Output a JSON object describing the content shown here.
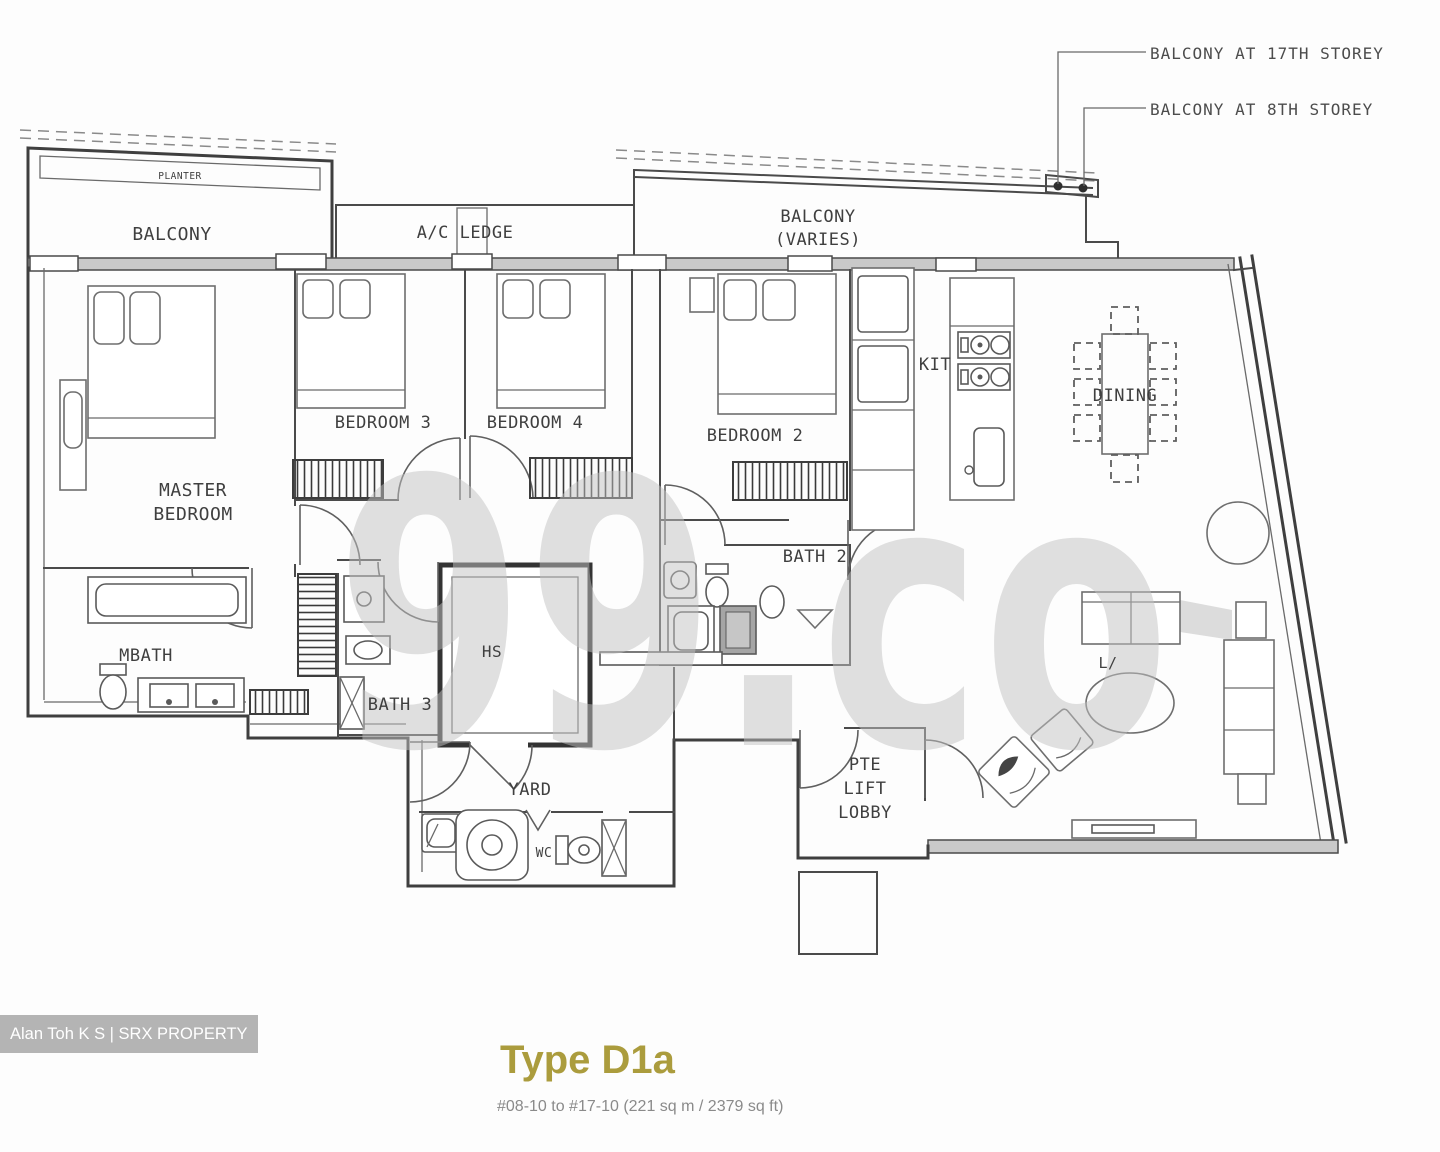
{
  "plan": {
    "annotations": {
      "balcony_17th": "BALCONY AT 17TH STOREY",
      "balcony_8th": "BALCONY AT 8TH STOREY"
    },
    "labels": {
      "planter": "PLANTER",
      "balcony": "BALCONY",
      "ac_ledge": "A/C LEDGE",
      "balcony_varies_line1": "BALCONY",
      "balcony_varies_line2": "(VARIES)",
      "master_line1": "MASTER",
      "master_line2": "BEDROOM",
      "bedroom2": "BEDROOM 2",
      "bedroom3": "BEDROOM 3",
      "bedroom4": "BEDROOM 4",
      "kitchen": "KIT",
      "dining": "DINING",
      "bath2": "BATH 2",
      "bath3": "BATH 3",
      "mbath": "MBATH",
      "household_shelter": "HS",
      "yard": "YARD",
      "wc": "WC",
      "lift_lobby_line1": "PTE",
      "lift_lobby_line2": "LIFT",
      "lift_lobby_line3": "LOBBY",
      "living_partial": "L/"
    }
  },
  "watermark": {
    "text": "99.co"
  },
  "footer": {
    "agent_badge": "Alan Toh K S | SRX PROPERTY",
    "unit_type": "Type D1a",
    "unit_details": "#08-10 to #17-10 (221 sq m / 2379 sq ft)"
  },
  "colors": {
    "title_gold": "#ab9c3d",
    "badge_bg": "#b4b4b4",
    "watermark_gray": "#c9c9c9",
    "line_dark": "#3f3f3f"
  }
}
